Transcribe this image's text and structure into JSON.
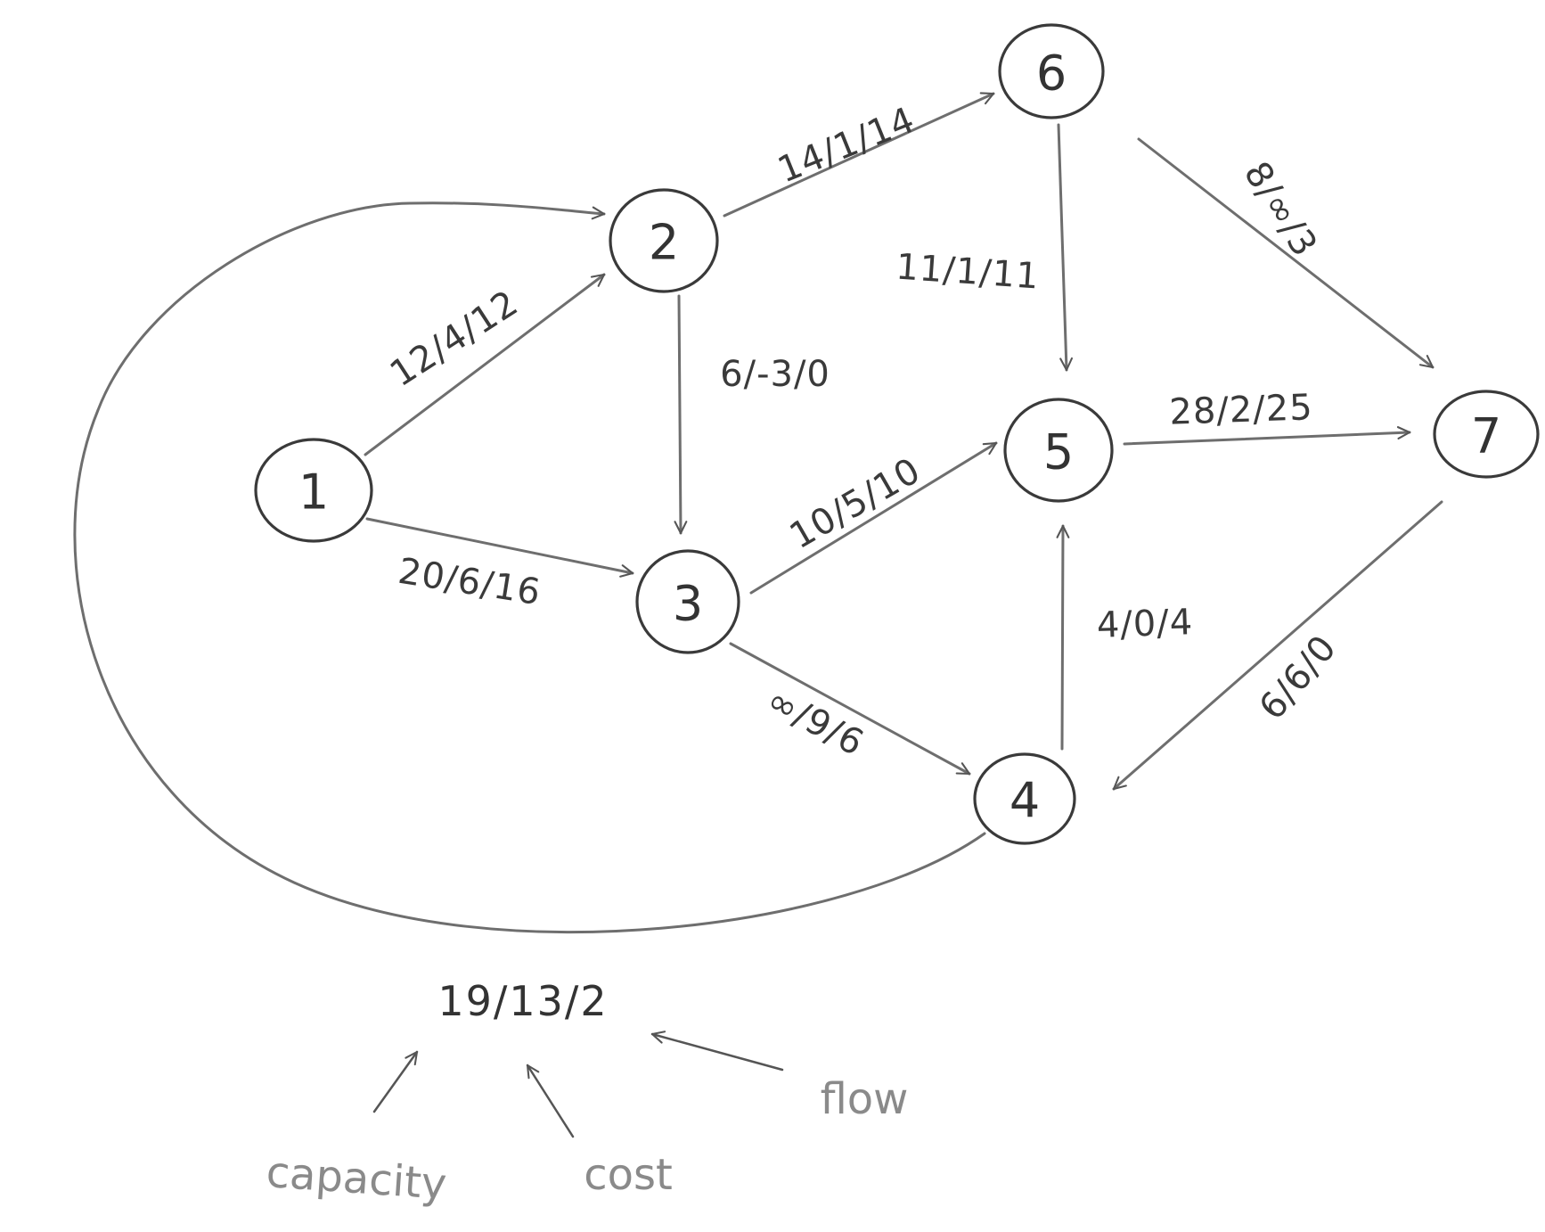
{
  "nodes": [
    {
      "id": "1",
      "label": "1"
    },
    {
      "id": "2",
      "label": "2"
    },
    {
      "id": "3",
      "label": "3"
    },
    {
      "id": "4",
      "label": "4"
    },
    {
      "id": "5",
      "label": "5"
    },
    {
      "id": "6",
      "label": "6"
    },
    {
      "id": "7",
      "label": "7"
    }
  ],
  "edges": [
    {
      "from": "1",
      "to": "2",
      "label": "12/4/12"
    },
    {
      "from": "1",
      "to": "3",
      "label": "20/6/16"
    },
    {
      "from": "2",
      "to": "6",
      "label": "14/1/14"
    },
    {
      "from": "2",
      "to": "3",
      "label": "6/-3/0"
    },
    {
      "from": "3",
      "to": "5",
      "label": "10/5/10"
    },
    {
      "from": "3",
      "to": "4",
      "label": "∞/9/6"
    },
    {
      "from": "6",
      "to": "5",
      "label": "11/1/11"
    },
    {
      "from": "6",
      "to": "7",
      "label": "8/∞/3"
    },
    {
      "from": "5",
      "to": "7",
      "label": "28/2/25"
    },
    {
      "from": "4",
      "to": "5",
      "label": "4/0/4"
    },
    {
      "from": "7",
      "to": "4",
      "label": "6/6/0"
    },
    {
      "from": "4",
      "to": "2",
      "label": "19/13/2"
    }
  ],
  "legend": {
    "example": "19/13/2",
    "capacity": "capacity",
    "cost": "cost",
    "flow": "flow"
  }
}
